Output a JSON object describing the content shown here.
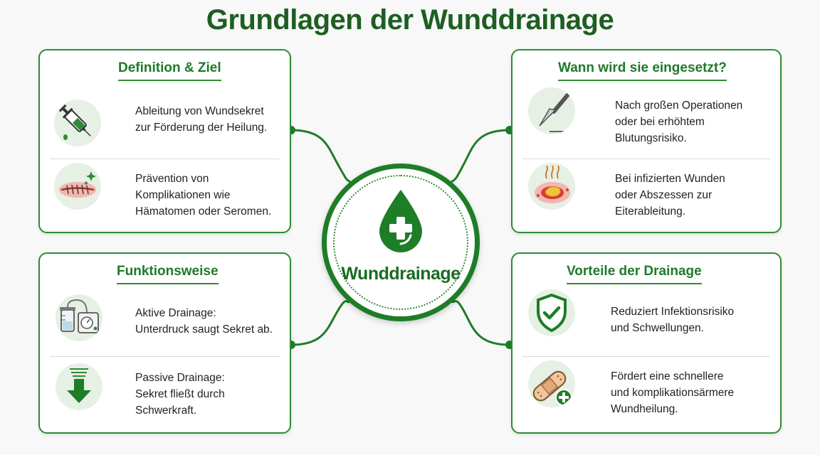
{
  "title": "Grundlagen der Wunddrainage",
  "center": {
    "label": "Wunddrainage",
    "icon": "drop-cross-icon"
  },
  "colors": {
    "primary": "#1e7d27",
    "accent": "#2e8b34",
    "icon_bg": "#e6f0e4",
    "title": "#1e5e22"
  },
  "cards": {
    "definition": {
      "title": "Definition & Ziel",
      "items": [
        {
          "icon": "syringe-icon",
          "text": "Ableitung von Wundsekret\nzur Förderung der Heilung."
        },
        {
          "icon": "wound-stitches-icon",
          "text": "Prävention von\nKomplikationen wie\nHämatomen oder Seromen."
        }
      ]
    },
    "usage": {
      "title": "Wann wird sie eingesetzt?",
      "items": [
        {
          "icon": "scalpel-icon",
          "text": "Nach großen Operationen\noder bei erhöhtem\nBlutungsrisiko."
        },
        {
          "icon": "infected-wound-icon",
          "text": "Bei infizierten Wunden\noder Abszessen zur\nEiterableitung."
        }
      ]
    },
    "function": {
      "title": "Funktionsweise",
      "items": [
        {
          "icon": "suction-pump-icon",
          "text": "Aktive Drainage:\nUnterdruck saugt Sekret ab."
        },
        {
          "icon": "arrow-down-icon",
          "text": "Passive Drainage:\nSekret fließt durch\nSchwerkraft."
        }
      ]
    },
    "benefits": {
      "title": "Vorteile der Drainage",
      "items": [
        {
          "icon": "shield-check-icon",
          "text": "Reduziert Infektionsrisiko\nund Schwellungen."
        },
        {
          "icon": "bandage-plus-icon",
          "text": "Fördert eine schnellere\nund komplikationsärmere\nWundheilung."
        }
      ]
    }
  }
}
